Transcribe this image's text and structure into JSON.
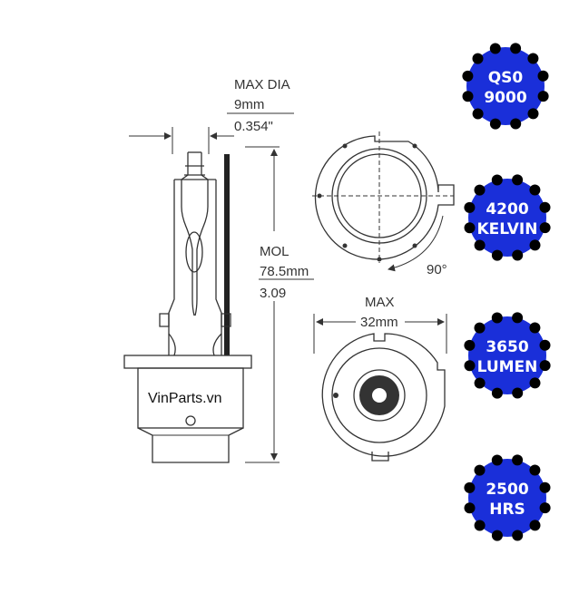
{
  "dimensions": {
    "max_dia_label": "MAX DIA",
    "max_dia_mm": "9mm",
    "max_dia_in": "0.354\"",
    "mol_label": "MOL",
    "mol_mm": "78.5mm",
    "mol_in": "3.09",
    "max_label": "MAX",
    "max_mm": "32mm",
    "angle": "90°"
  },
  "watermark": "VinParts.vn",
  "badges": [
    {
      "line1": "QS0",
      "line2": "9000"
    },
    {
      "line1": "4200",
      "line2": "KELVIN"
    },
    {
      "line1": "3650",
      "line2": "LUMEN"
    },
    {
      "line1": "2500",
      "line2": "HRS"
    }
  ],
  "colors": {
    "badge_fill": "#1a2fd9",
    "badge_dots": "#000000",
    "line": "#333333"
  }
}
